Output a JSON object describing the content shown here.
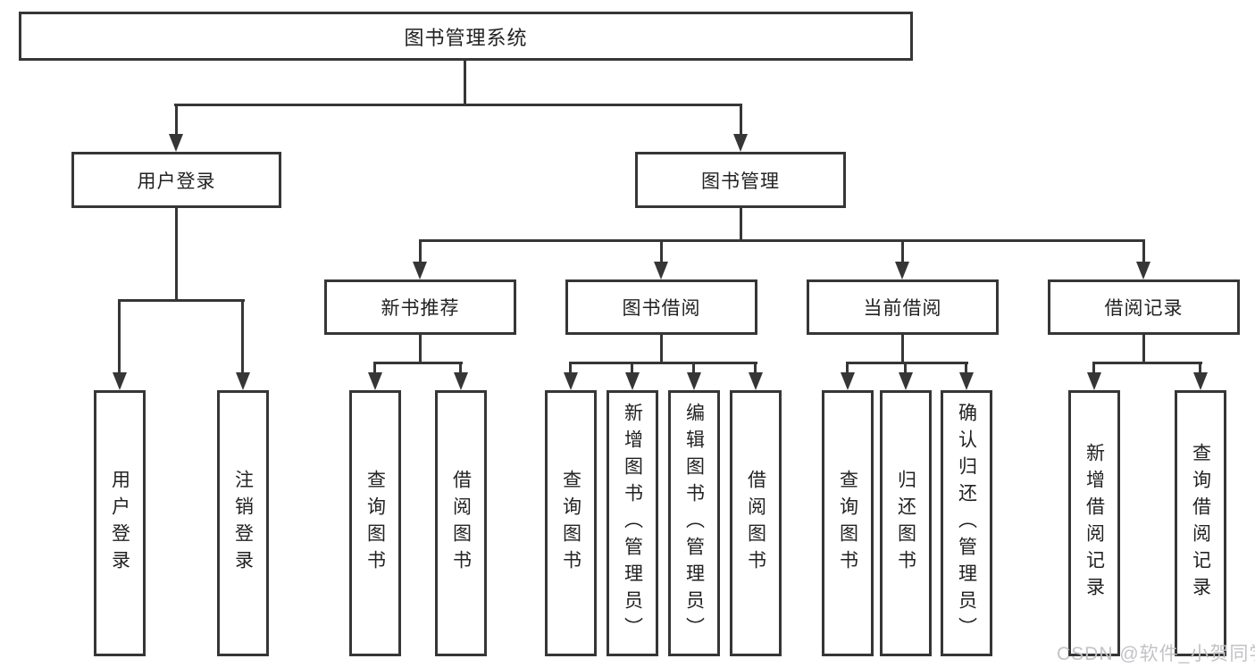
{
  "diagram": {
    "type": "hierarchy-tree",
    "tree": {
      "label": "图书管理系统",
      "children": [
        {
          "label": "用户登录",
          "children": [
            {
              "label": "用户登录"
            },
            {
              "label": "注销登录"
            }
          ]
        },
        {
          "label": "图书管理",
          "children": [
            {
              "label": "新书推荐",
              "children": [
                {
                  "label": "查询图书"
                },
                {
                  "label": "借阅图书"
                }
              ]
            },
            {
              "label": "图书借阅",
              "children": [
                {
                  "label": "查询图书"
                },
                {
                  "label": "新增图书（管理员）"
                },
                {
                  "label": "编辑图书（管理员）"
                },
                {
                  "label": "借阅图书"
                }
              ]
            },
            {
              "label": "当前借阅",
              "children": [
                {
                  "label": "查询图书"
                },
                {
                  "label": "归还图书"
                },
                {
                  "label": "确认归还（管理员）"
                }
              ]
            },
            {
              "label": "借阅记录",
              "children": [
                {
                  "label": "新增借阅记录"
                },
                {
                  "label": "查询借阅记录"
                }
              ]
            }
          ]
        }
      ]
    },
    "colors": {
      "line": "#363636",
      "box_border": "#363636",
      "box_fill": "#ffffff",
      "text": "#222222",
      "watermark": "#c3c3c7"
    }
  },
  "watermark": {
    "text": "CSDN @软件_小贺同学"
  }
}
